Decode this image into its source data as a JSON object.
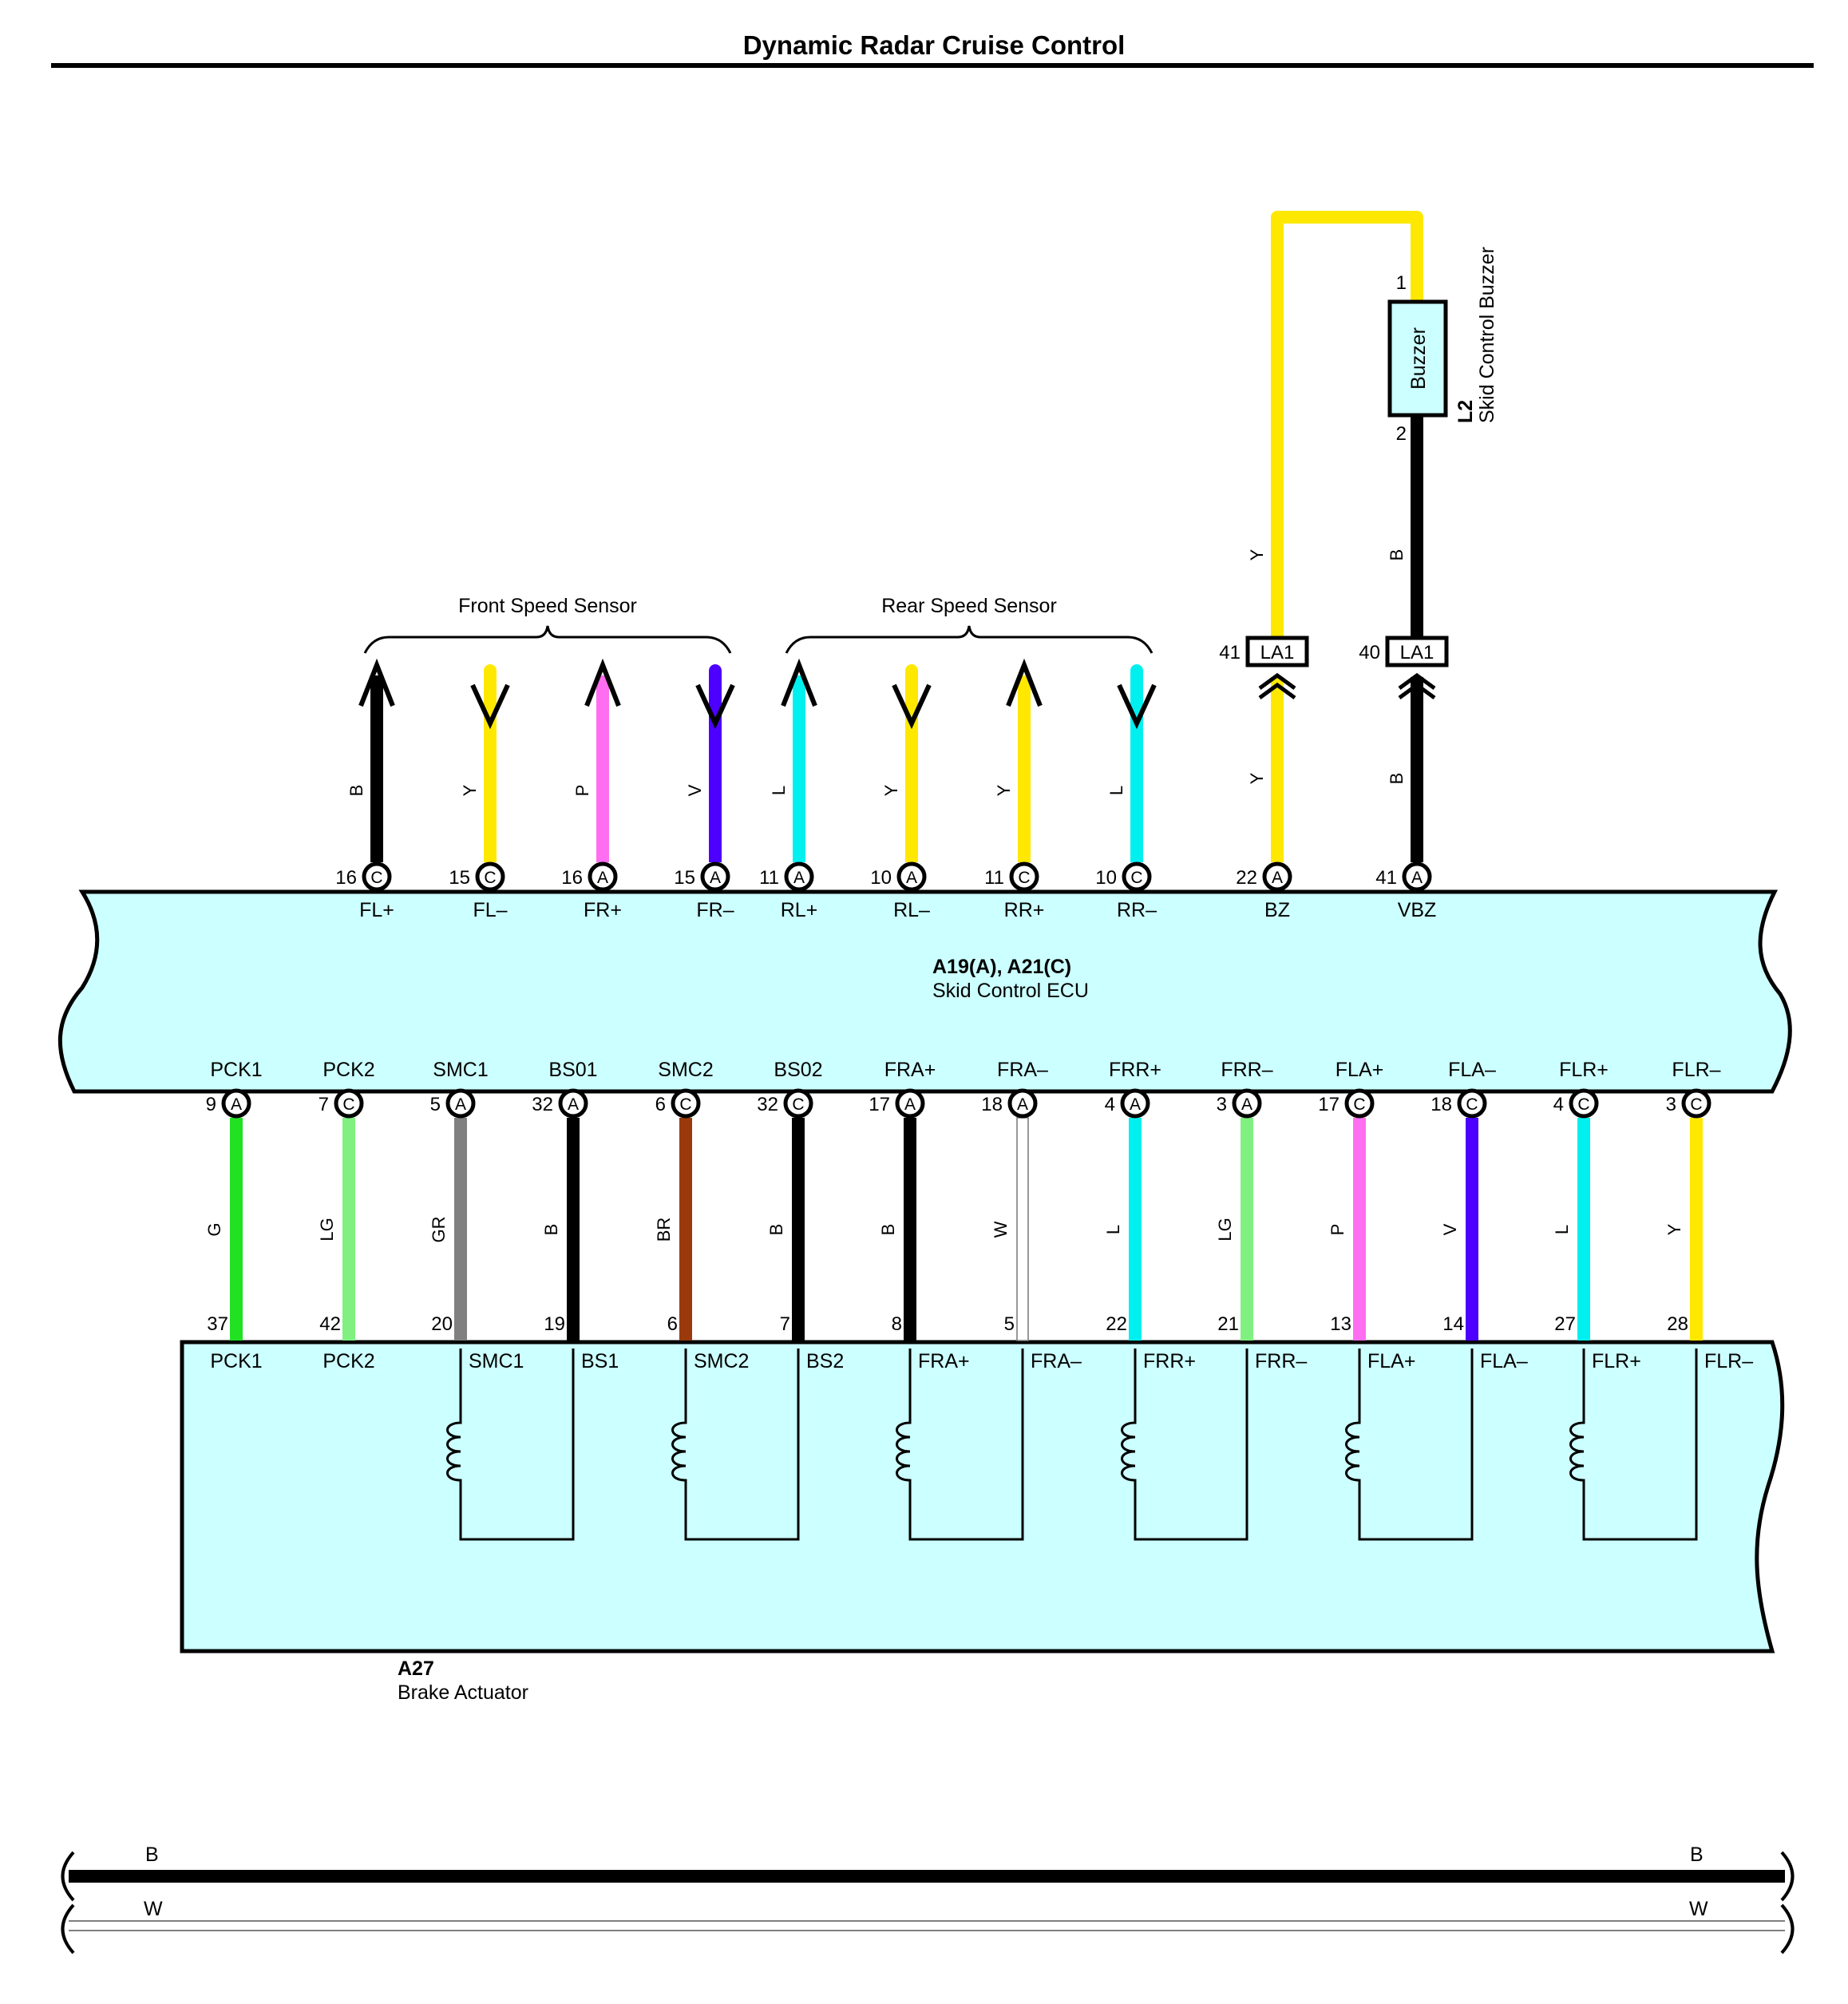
{
  "title": "Dynamic Radar Cruise Control",
  "ecu": {
    "code": "A19(A), A21(C)",
    "name": "Skid Control ECU"
  },
  "actuator": {
    "code": "A27",
    "name": "Brake Actuator"
  },
  "buzzer": {
    "code": "L2",
    "name": "Skid Control Buzzer",
    "label": "Buzzer",
    "pin1": "1",
    "pin2": "2"
  },
  "sensor_groups": {
    "front": "Front Speed Sensor",
    "rear": "Rear Speed Sensor"
  },
  "top_signals": [
    {
      "terminal": "FL+",
      "pin": "16",
      "connector": "C",
      "wire": "B",
      "color": "#000000",
      "arrow": "up"
    },
    {
      "terminal": "FL–",
      "pin": "15",
      "connector": "C",
      "wire": "Y",
      "color": "#ffe800",
      "arrow": "down"
    },
    {
      "terminal": "FR+",
      "pin": "16",
      "connector": "A",
      "wire": "P",
      "color": "#ff6ef0",
      "arrow": "up"
    },
    {
      "terminal": "FR–",
      "pin": "15",
      "connector": "A",
      "wire": "V",
      "color": "#4d00ff",
      "arrow": "down"
    },
    {
      "terminal": "RL+",
      "pin": "11",
      "connector": "A",
      "wire": "L",
      "color": "#00f0f0",
      "arrow": "up"
    },
    {
      "terminal": "RL–",
      "pin": "10",
      "connector": "A",
      "wire": "Y",
      "color": "#ffe800",
      "arrow": "down"
    },
    {
      "terminal": "RR+",
      "pin": "11",
      "connector": "C",
      "wire": "Y",
      "color": "#ffe800",
      "arrow": "up"
    },
    {
      "terminal": "RR–",
      "pin": "10",
      "connector": "C",
      "wire": "L",
      "color": "#00f0f0",
      "arrow": "down"
    }
  ],
  "buzzer_circuits": [
    {
      "terminal": "BZ",
      "pin": "22",
      "connector": "A",
      "wire": "Y",
      "wire_upper": "Y",
      "color": "#ffe800",
      "junction_pin": "41",
      "junction": "LA1"
    },
    {
      "terminal": "VBZ",
      "pin": "41",
      "connector": "A",
      "wire": "B",
      "wire_upper": "B",
      "color": "#000000",
      "junction_pin": "40",
      "junction": "LA1"
    }
  ],
  "bottom_signals": [
    {
      "ecu_terminal": "PCK1",
      "pin": "9",
      "connector": "A",
      "wire": "G",
      "color": "#22e022",
      "act_pin": "37",
      "act_terminal": "PCK1"
    },
    {
      "ecu_terminal": "PCK2",
      "pin": "7",
      "connector": "C",
      "wire": "LG",
      "color": "#80f080",
      "act_pin": "42",
      "act_terminal": "PCK2"
    },
    {
      "ecu_terminal": "SMC1",
      "pin": "5",
      "connector": "A",
      "wire": "GR",
      "color": "#808080",
      "act_pin": "20",
      "act_terminal": "SMC1"
    },
    {
      "ecu_terminal": "BS01",
      "pin": "32",
      "connector": "A",
      "wire": "B",
      "color": "#000000",
      "act_pin": "19",
      "act_terminal": "BS1"
    },
    {
      "ecu_terminal": "SMC2",
      "pin": "6",
      "connector": "C",
      "wire": "BR",
      "color": "#9a3a0c",
      "act_pin": "6",
      "act_terminal": "SMC2"
    },
    {
      "ecu_terminal": "BS02",
      "pin": "32",
      "connector": "C",
      "wire": "B",
      "color": "#000000",
      "act_pin": "7",
      "act_terminal": "BS2"
    },
    {
      "ecu_terminal": "FRA+",
      "pin": "17",
      "connector": "A",
      "wire": "B",
      "color": "#000000",
      "act_pin": "8",
      "act_terminal": "FRA+"
    },
    {
      "ecu_terminal": "FRA–",
      "pin": "18",
      "connector": "A",
      "wire": "W",
      "color": "#ffffff",
      "act_pin": "5",
      "act_terminal": "FRA–"
    },
    {
      "ecu_terminal": "FRR+",
      "pin": "4",
      "connector": "A",
      "wire": "L",
      "color": "#00f0f0",
      "act_pin": "22",
      "act_terminal": "FRR+"
    },
    {
      "ecu_terminal": "FRR–",
      "pin": "3",
      "connector": "A",
      "wire": "LG",
      "color": "#80f080",
      "act_pin": "21",
      "act_terminal": "FRR–"
    },
    {
      "ecu_terminal": "FLA+",
      "pin": "17",
      "connector": "C",
      "wire": "P",
      "color": "#ff6ef0",
      "act_pin": "13",
      "act_terminal": "FLA+"
    },
    {
      "ecu_terminal": "FLA–",
      "pin": "18",
      "connector": "C",
      "wire": "V",
      "color": "#4d00ff",
      "act_pin": "14",
      "act_terminal": "FLA–"
    },
    {
      "ecu_terminal": "FLR+",
      "pin": "4",
      "connector": "C",
      "wire": "L",
      "color": "#00f0f0",
      "act_pin": "27",
      "act_terminal": "FLR+"
    },
    {
      "ecu_terminal": "FLR–",
      "pin": "3",
      "connector": "C",
      "wire": "Y",
      "color": "#ffe800",
      "act_pin": "28",
      "act_terminal": "FLR–"
    }
  ],
  "legend_lines": [
    {
      "code": "B",
      "color": "#000000"
    },
    {
      "code": "W",
      "color": "#ffffff"
    }
  ],
  "colors": {
    "component_fill": "#ccffff",
    "outline": "#000000"
  }
}
